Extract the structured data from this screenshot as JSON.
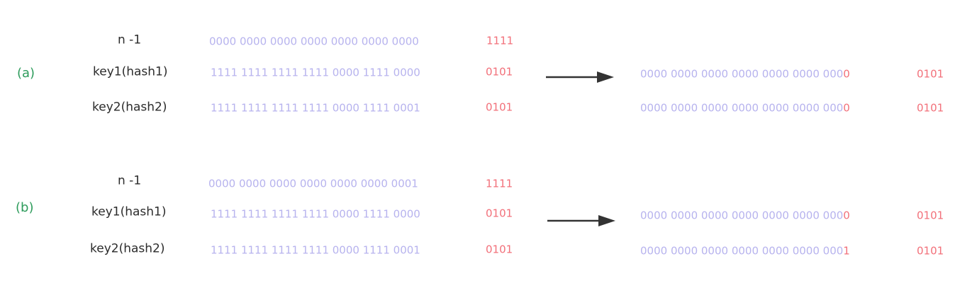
{
  "sections": [
    {
      "label": "(a)",
      "rows": [
        {
          "label": "n -1",
          "high_bits": "0000 0000 0000 0000 0000 0000 0000",
          "low_bits": "1111"
        },
        {
          "label": "key1(hash1)",
          "high_bits": "1111 1111 1111 1111 0000 1111 0000",
          "low_bits": "0101"
        },
        {
          "label": "key2(hash2)",
          "high_bits": "1111 1111 1111 1111 0000 1111 0001",
          "low_bits": "0101"
        }
      ],
      "results": [
        {
          "prefix": "0000 0000 0000 0000 0000 0000 000",
          "bit": "0",
          "low_bits": "0101"
        },
        {
          "prefix": "0000 0000 0000 0000 0000 0000 000",
          "bit": "0",
          "low_bits": "0101"
        }
      ]
    },
    {
      "label": "(b)",
      "rows": [
        {
          "label": "n -1",
          "high_bits": "0000 0000 0000 0000 0000 0000 0001",
          "low_bits": "1111"
        },
        {
          "label": "key1(hash1)",
          "high_bits": "1111 1111 1111 1111 0000 1111 0000",
          "low_bits": "0101"
        },
        {
          "label": "key2(hash2)",
          "high_bits": "1111 1111 1111 1111 0000 1111 0001",
          "low_bits": "0101"
        }
      ],
      "results": [
        {
          "prefix": "0000 0000 0000 0000 0000 0000 000",
          "bit": "0",
          "low_bits": "0101"
        },
        {
          "prefix": "0000 0000 0000 0000 0000 0000 000",
          "bit": "1",
          "low_bits": "0101"
        }
      ]
    }
  ],
  "colors": {
    "section_label": "#2e9c5c",
    "row_label": "#2b2b2b",
    "bits": "#b7b3ee",
    "highlight": "#f2707a",
    "arrow": "#333333"
  }
}
